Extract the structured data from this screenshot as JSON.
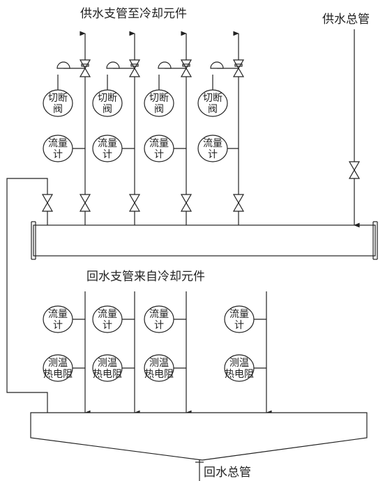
{
  "labels": {
    "supply_branch": "供水支管至冷却元件",
    "supply_main": "供水总管",
    "return_branch": "回水支管来自冷却元件",
    "return_main": "回水总管"
  },
  "instruments": {
    "shutoff_valve": [
      "切断",
      "阀"
    ],
    "flow_meter": [
      "流量",
      "计"
    ],
    "rtd": [
      "测温",
      "热电阻"
    ]
  }
}
